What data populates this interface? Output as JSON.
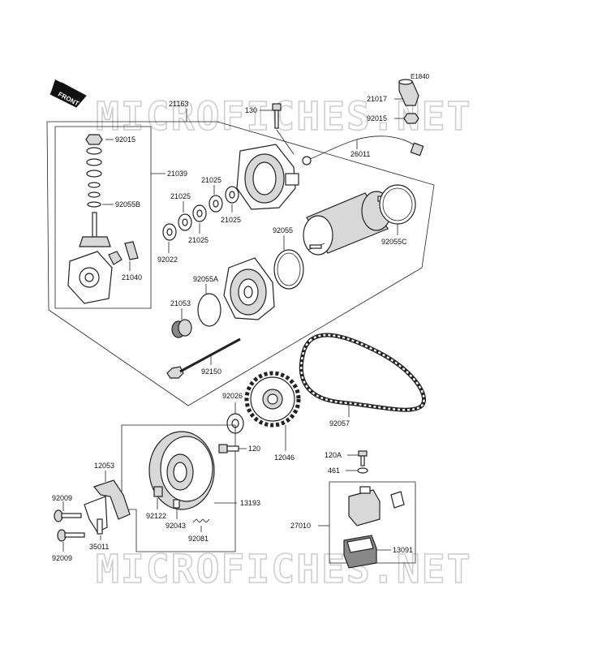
{
  "watermark": "MICROFICHES.NET",
  "front_label": "FRONT",
  "figure_code": "E1840",
  "parts": {
    "p21163": "21163",
    "p130": "130",
    "p21017": "21017",
    "p92015a": "92015",
    "p92015b": "92015",
    "p26011": "26011",
    "p21039": "21039",
    "p92055B": "92055B",
    "p21025a": "21025",
    "p21025b": "21025",
    "p21025c": "21025",
    "p21025d": "21025",
    "p92022": "92022",
    "p21040": "21040",
    "p92055": "92055",
    "p92055C": "92055C",
    "p92055A": "92055A",
    "p21053": "21053",
    "p92150": "92150",
    "p92026": "92026",
    "p120": "120",
    "p12046": "12046",
    "p92057": "92057",
    "p12053": "12053",
    "p92009a": "92009",
    "p92009b": "92009",
    "p35011": "35011",
    "p92122": "92122",
    "p92043": "92043",
    "p92081": "92081",
    "p13193": "13193",
    "p120A": "120A",
    "p461": "461",
    "p27010": "27010",
    "p13091": "13091"
  }
}
